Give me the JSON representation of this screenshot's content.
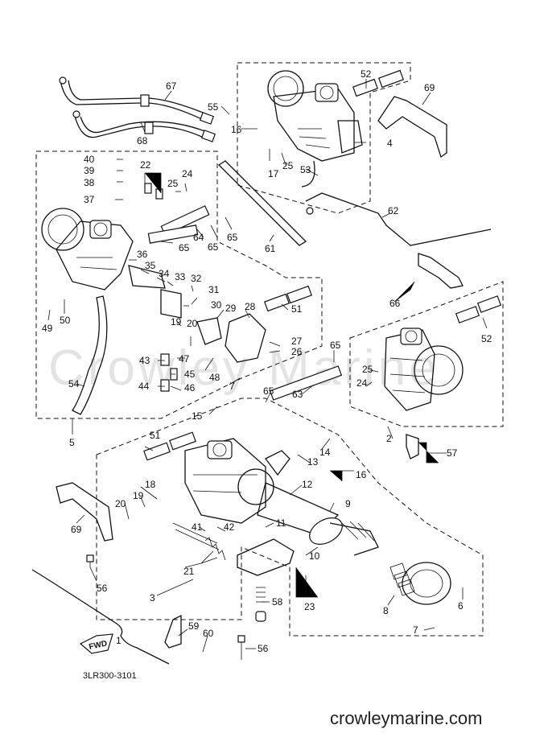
{
  "watermark": "Crowley Marine",
  "footer_site": "crowleymarine.com",
  "drawing_code": "3LR300-3101",
  "fwd_label": "FWD",
  "callouts": {
    "c1": "1",
    "c2": "2",
    "c3": "3",
    "c4": "4",
    "c5": "5",
    "c6": "6",
    "c7a": "7",
    "c7b": "7",
    "c8": "8",
    "c9": "9",
    "c10": "10",
    "c11": "11",
    "c12": "12",
    "c13": "13",
    "c14": "14",
    "c15": "15",
    "c16a": "16",
    "c16b": "16",
    "c17": "17",
    "c18": "18",
    "c19a": "19",
    "c19b": "19",
    "c20a": "20",
    "c20b": "20",
    "c21": "21",
    "c22": "22",
    "c23": "23",
    "c24a": "24",
    "c24b": "24",
    "c25a": "25",
    "c25b": "25",
    "c25c": "25",
    "c26": "26",
    "c27": "27",
    "c28": "28",
    "c29": "29",
    "c30": "30",
    "c31": "31",
    "c32": "32",
    "c33": "33",
    "c34": "34",
    "c35": "35",
    "c36": "36",
    "c37": "37",
    "c38": "38",
    "c39": "39",
    "c40": "40",
    "c41": "41",
    "c42": "42",
    "c43": "43",
    "c44": "44",
    "c45": "45",
    "c46": "46",
    "c47": "47",
    "c48": "48",
    "c49": "49",
    "c50": "50",
    "c51a": "51",
    "c51b": "51",
    "c52a": "52",
    "c52b": "52",
    "c53": "53",
    "c54": "54",
    "c55": "55",
    "c56a": "56",
    "c56b": "56",
    "c57": "57",
    "c58": "58",
    "c59": "59",
    "c60": "60",
    "c61": "61",
    "c62": "62",
    "c63": "63",
    "c64": "64",
    "c65a": "65",
    "c65b": "65",
    "c65c": "65",
    "c65d": "65",
    "c65e": "65",
    "c66": "66",
    "c67": "67",
    "c68": "68",
    "c69a": "69",
    "c69b": "69"
  }
}
